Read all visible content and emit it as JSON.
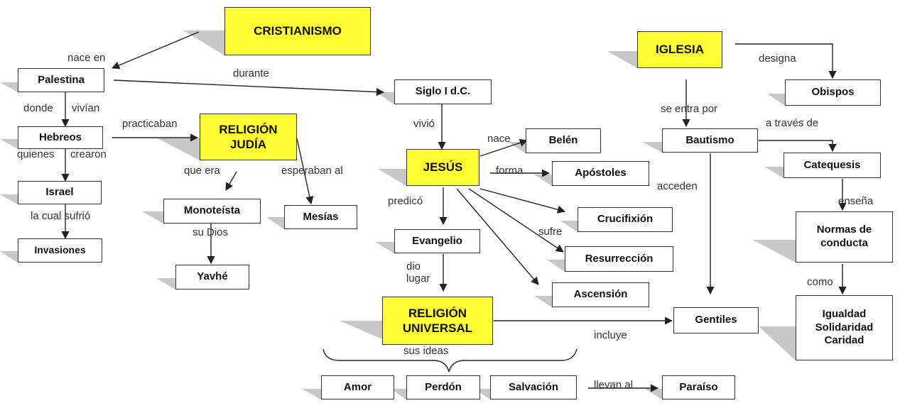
{
  "colors": {
    "highlight": "#ffff33",
    "box_border": "#333333",
    "shadow": "#c0c0c0",
    "line": "#222222"
  },
  "nodes": {
    "cristianismo": "CRISTIANISMO",
    "palestina": "Palestina",
    "hebreos": "Hebreos",
    "israel": "Israel",
    "invasiones": "Invasiones",
    "religion_judia": "RELIGIÓN\nJUDÍA",
    "monoteista": "Monoteísta",
    "yavhe": "Yavhé",
    "mesias": "Mesías",
    "siglo": "Siglo I d.C.",
    "jesus": "JESÚS",
    "belen": "Belén",
    "apostoles": "Apóstoles",
    "crucifixion": "Crucifixión",
    "resurreccion": "Resurrección",
    "ascension": "Ascensión",
    "evangelio": "Evangelio",
    "religion_universal": "RELIGIÓN\nUNIVERSAL",
    "amor": "Amor",
    "perdon": "Perdón",
    "salvacion": "Salvación",
    "paraiso": "Paraíso",
    "iglesia": "IGLESIA",
    "obispos": "Obispos",
    "bautismo": "Bautismo",
    "catequesis": "Catequesis",
    "normas": "Normas de\nconducta",
    "gentiles": "Gentiles",
    "valores": "Igualdad\nSolidaridad\nCaridad"
  },
  "labels": {
    "nace_en": "nace en",
    "durante": "durante",
    "donde": "donde",
    "vivian": "vivían",
    "quienes": "quienes",
    "crearon": "crearon",
    "la_cual_sufrio": "la cual sufrió",
    "practicaban": "practicaban",
    "que_era": "que era",
    "esperaban_al": "esperaban al",
    "su_dios": "su  Dios",
    "vivio": "vivió",
    "nace": "nace",
    "forma": "forma",
    "predico": "predicó",
    "sufre": "sufre",
    "dio_lugar": "dio\nlugar",
    "sus_ideas": "sus ideas",
    "llevan_al": "llevan al",
    "incluye": "incluye",
    "designa": "designa",
    "se_entra_por": "se entra por",
    "a_traves_de": "a través de",
    "acceden": "acceden",
    "ensena": "enseña",
    "como": "como"
  }
}
